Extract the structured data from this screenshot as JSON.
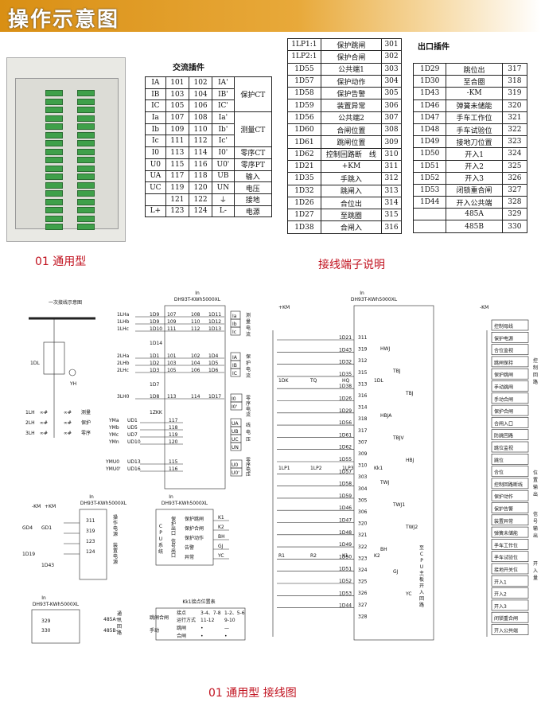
{
  "header": {
    "title": "操作示意图"
  },
  "ac_plugin": {
    "title": "交流插件",
    "rows": [
      [
        "IA",
        "101",
        "102",
        "IA'"
      ],
      [
        "IB",
        "103",
        "104",
        "IB'"
      ],
      [
        "IC",
        "105",
        "106",
        "IC'"
      ],
      [
        "Ia",
        "107",
        "108",
        "Ia'"
      ],
      [
        "Ib",
        "109",
        "110",
        "Ib'"
      ],
      [
        "Ic",
        "111",
        "112",
        "Ic'"
      ],
      [
        "I0",
        "113",
        "114",
        "I0'"
      ],
      [
        "U0",
        "115",
        "116",
        "U0'"
      ],
      [
        "UA",
        "117",
        "118",
        "UB"
      ],
      [
        "UC",
        "119",
        "120",
        "UN"
      ],
      [
        "",
        "121",
        "122",
        "⏚"
      ],
      [
        "L+",
        "123",
        "124",
        "L-"
      ]
    ],
    "labels": [
      "保护CT",
      "测量CT",
      "零序CT",
      "零序PT",
      "输入",
      "电压",
      "接地",
      "电源"
    ]
  },
  "out_plugin": {
    "title": "出口插件",
    "left": [
      [
        "1LP1:1",
        "保护跳闸",
        "301"
      ],
      [
        "1LP2:1",
        "保护合闸",
        "302"
      ],
      [
        "1D55",
        "公共端1",
        "303"
      ],
      [
        "1D57",
        "保护动作",
        "304"
      ],
      [
        "1D58",
        "保护告警",
        "305"
      ],
      [
        "1D59",
        "装置异常",
        "306"
      ],
      [
        "1D56",
        "公共端2",
        "307"
      ],
      [
        "1D60",
        "合闸位置",
        "308"
      ],
      [
        "1D61",
        "跳闸位置",
        "309"
      ],
      [
        "1D62",
        "控制回路断　线",
        "310"
      ],
      [
        "1D21",
        "+KM",
        "311"
      ],
      [
        "1D35",
        "手跳入",
        "312"
      ],
      [
        "1D32",
        "跳闸入",
        "313"
      ],
      [
        "1D26",
        "合位出",
        "314"
      ],
      [
        "1D27",
        "至跳圈",
        "315"
      ],
      [
        "1D38",
        "合闸入",
        "316"
      ]
    ],
    "right": [
      [
        "1D29",
        "跳位出",
        "317"
      ],
      [
        "1D30",
        "至合圈",
        "318"
      ],
      [
        "1D43",
        "-KM",
        "319"
      ],
      [
        "1D46",
        "弹簧未储能",
        "320"
      ],
      [
        "1D47",
        "手车工作位",
        "321"
      ],
      [
        "1D48",
        "手车试验位",
        "322"
      ],
      [
        "1D49",
        "接地刀位置",
        "323"
      ],
      [
        "1D50",
        "开入1",
        "324"
      ],
      [
        "1D51",
        "开入2",
        "325"
      ],
      [
        "1D52",
        "开入3",
        "326"
      ],
      [
        "1D53",
        "闭锁重合闸",
        "327"
      ],
      [
        "1D44",
        "开入公共端",
        "328"
      ],
      [
        "",
        "485A",
        "329"
      ],
      [
        "",
        "485B",
        "330"
      ]
    ]
  },
  "captions": {
    "device": "01 通用型",
    "terminal": "接线端子说明",
    "wiring": "01 通用型 接线图"
  },
  "diagram": {
    "device_model": "DH93T-KWh5000XL",
    "in_label": "In",
    "primary_title": "一次接线示意图",
    "ct_labels": [
      "1LH",
      "2LH",
      "3LH"
    ],
    "ct_funcs": [
      "测量",
      "保护",
      "零序"
    ],
    "measure_rows": [
      [
        "1LHa",
        "1D9",
        "107",
        "108",
        "1D11"
      ],
      [
        "1LHb",
        "1D9",
        "109",
        "110",
        "1D12"
      ],
      [
        "1LHc",
        "1D10",
        "111",
        "112",
        "1D13"
      ]
    ],
    "measure_tag": [
      "Ia",
      "Ib",
      "Ic"
    ],
    "measure_text": "测量电流",
    "protect_rows": [
      [
        "2LHa",
        "1D1",
        "101",
        "102",
        "1D4"
      ],
      [
        "2LHb",
        "1D2",
        "103",
        "104",
        "1D5"
      ],
      [
        "2LHc",
        "1D3",
        "105",
        "106",
        "1D6"
      ]
    ],
    "protect_tag": [
      "IA",
      "IB",
      "IC"
    ],
    "protect_text": "保护电流",
    "zero_row": [
      "3LH0",
      "1D8",
      "113",
      "114",
      "1D17"
    ],
    "zero_tag": [
      "I0",
      "I0'"
    ],
    "zero_text": "零序电流",
    "volt_rows": [
      [
        "YMa",
        "UD1",
        "117"
      ],
      [
        "YMb",
        "UD5",
        "118"
      ],
      [
        "YMc",
        "UD7",
        "119"
      ],
      [
        "YMn",
        "UD10",
        "120"
      ]
    ],
    "volt_tag": [
      "UA",
      "UB",
      "UC",
      "UN"
    ],
    "volt_text": "线电压",
    "zero_volt": [
      [
        "YMU0",
        "UD13",
        "115"
      ],
      [
        "YMU0'",
        "UD16",
        "116"
      ]
    ],
    "zero_volt_tag": [
      "U0",
      "U0'"
    ],
    "zero_volt_text": "零序电压",
    "switch_label": "1ZKK",
    "power_rows": [
      "311",
      "319",
      "123",
      "124"
    ],
    "power_left": [
      "GD4",
      "GD1",
      "1D19",
      "1D43"
    ],
    "power_text": [
      "操作电源",
      "装置电源"
    ],
    "km_labels": [
      "-KM",
      "+KM"
    ],
    "cpu_box": [
      "CPU系统",
      "保护",
      "出口",
      "信号",
      "出口",
      "保护跳闸",
      "保护合闸",
      "保护动作",
      "告警",
      "异常"
    ],
    "k_labels": [
      "K1",
      "K2",
      "BH",
      "GJ",
      "YC"
    ],
    "comm_rows": [
      "329",
      "330"
    ],
    "comm_labels": [
      "485A+",
      "485B-"
    ],
    "comm_text": "通讯回路",
    "kk_title": "Kk1接点位置表",
    "kk_head": [
      "接点",
      "3-4、7-8",
      "1-2、5-6"
    ],
    "kk_sub": [
      "运行方式",
      "11-12",
      "9-10"
    ],
    "kk_rows": [
      [
        "跳闸",
        "•",
        "—"
      ],
      [
        "合闸",
        "•",
        "•"
      ]
    ],
    "kk_side": [
      "跳闸",
      "合闸",
      "手动"
    ],
    "right_labels": [
      "控制母线",
      "保护电源",
      "合位监视",
      "跳闸保持",
      "保护跳闸",
      "手动跳闸",
      "手动合闸",
      "保护合闸",
      "合闸入口",
      "防跳回路",
      "跳位监视",
      "跳位",
      "合位",
      "控制回路断线",
      "保护动作",
      "保护告警",
      "装置异常",
      "弹簧未储能",
      "手车工作位",
      "手车试验位",
      "接地开关位",
      "开入1",
      "开入2",
      "开入3",
      "闭锁重合闸",
      "开入公共端"
    ],
    "right_groups": [
      "控制回路",
      "位置输出",
      "信号输出",
      "开入量"
    ],
    "right_nodes": [
      "311",
      "319",
      "312",
      "315",
      "313",
      "316",
      "314",
      "318",
      "317",
      "307",
      "309",
      "310",
      "303",
      "304",
      "305",
      "306",
      "320",
      "321",
      "322",
      "323",
      "324",
      "325",
      "326",
      "327",
      "328"
    ],
    "right_d": [
      "1D21",
      "1D43",
      "1D32",
      "1D35",
      "1D38",
      "1D26",
      "1D29",
      "1D56",
      "1D61",
      "1D62",
      "1D55",
      "1D57",
      "1D58",
      "1D59",
      "1D46",
      "1D47",
      "1D48",
      "1D49",
      "1D50",
      "1D51",
      "1D52",
      "1D53",
      "1D44"
    ],
    "relay_labels": [
      "HWJ",
      "TBJ",
      "TBJ",
      "HBJA",
      "TBJV",
      "HBJ",
      "TWJ",
      "TWJ1",
      "TWJ2",
      "BH",
      "GJ",
      "YC"
    ],
    "misc": [
      "1DK",
      "TQ",
      "HQ",
      "1DL",
      "1LP1",
      "1LP2",
      "1LP3",
      "Kk1",
      "R1",
      "R2",
      "K1",
      "K2"
    ],
    "vert_text": "至CPU主板开入回路"
  }
}
